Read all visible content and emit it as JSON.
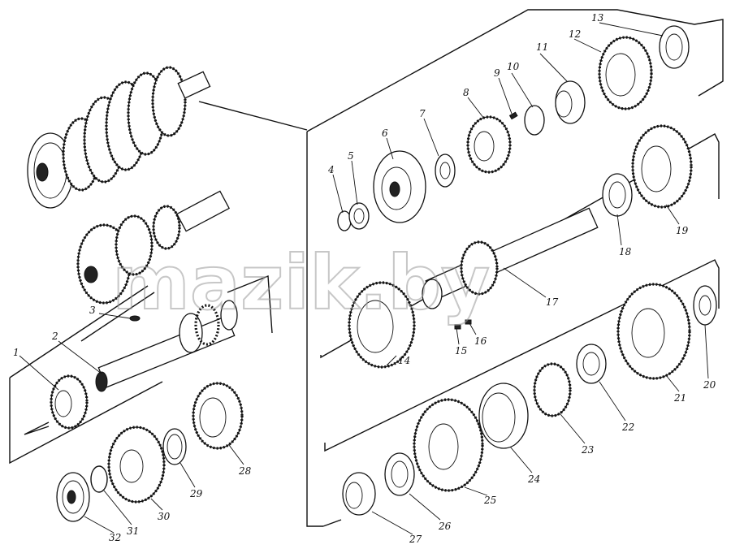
{
  "watermark": "mazik.by",
  "callouts": [
    {
      "id": "1",
      "label": "1"
    },
    {
      "id": "2",
      "label": "2"
    },
    {
      "id": "3",
      "label": "3"
    },
    {
      "id": "4",
      "label": "4"
    },
    {
      "id": "5",
      "label": "5"
    },
    {
      "id": "6",
      "label": "6"
    },
    {
      "id": "7",
      "label": "7"
    },
    {
      "id": "8",
      "label": "8"
    },
    {
      "id": "9",
      "label": "9"
    },
    {
      "id": "10",
      "label": "10"
    },
    {
      "id": "11",
      "label": "11"
    },
    {
      "id": "12",
      "label": "12"
    },
    {
      "id": "13",
      "label": "13"
    },
    {
      "id": "14",
      "label": "14"
    },
    {
      "id": "15",
      "label": "15"
    },
    {
      "id": "16",
      "label": "16"
    },
    {
      "id": "17",
      "label": "17"
    },
    {
      "id": "18",
      "label": "18"
    },
    {
      "id": "19",
      "label": "19"
    },
    {
      "id": "20",
      "label": "20"
    },
    {
      "id": "21",
      "label": "21"
    },
    {
      "id": "22",
      "label": "22"
    },
    {
      "id": "23",
      "label": "23"
    },
    {
      "id": "24",
      "label": "24"
    },
    {
      "id": "25",
      "label": "25"
    },
    {
      "id": "26",
      "label": "26"
    },
    {
      "id": "27",
      "label": "27"
    },
    {
      "id": "28",
      "label": "28"
    },
    {
      "id": "29",
      "label": "29"
    },
    {
      "id": "30",
      "label": "30"
    },
    {
      "id": "31",
      "label": "31"
    },
    {
      "id": "32",
      "label": "32"
    }
  ]
}
